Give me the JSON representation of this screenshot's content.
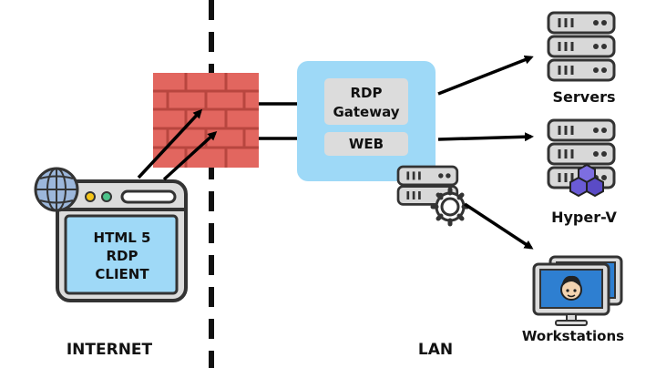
{
  "zones": {
    "internet": "INTERNET",
    "lan": "LAN"
  },
  "client": {
    "lines": [
      "HTML 5",
      "RDP",
      "CLIENT"
    ],
    "icon": "browser-window-icon",
    "globe_icon": "globe-icon"
  },
  "firewall": {
    "icon": "brick-firewall-icon"
  },
  "gateway": {
    "rdp_line1": "RDP",
    "rdp_line2": "Gateway",
    "web": "WEB",
    "icon": "server-gear-icon"
  },
  "targets": {
    "servers": "Servers",
    "hyperv": "Hyper-V",
    "workstations": "Workstations"
  },
  "colors": {
    "panel": "#9ed9f7",
    "box": "#dcdcdc",
    "brick": "#e2665f",
    "brick_dark": "#b8463f",
    "server": "#d8d8d8",
    "screen": "#9fd9f7",
    "monitor_screen": "#2e7fd1",
    "cube": "#6a5bd6"
  }
}
